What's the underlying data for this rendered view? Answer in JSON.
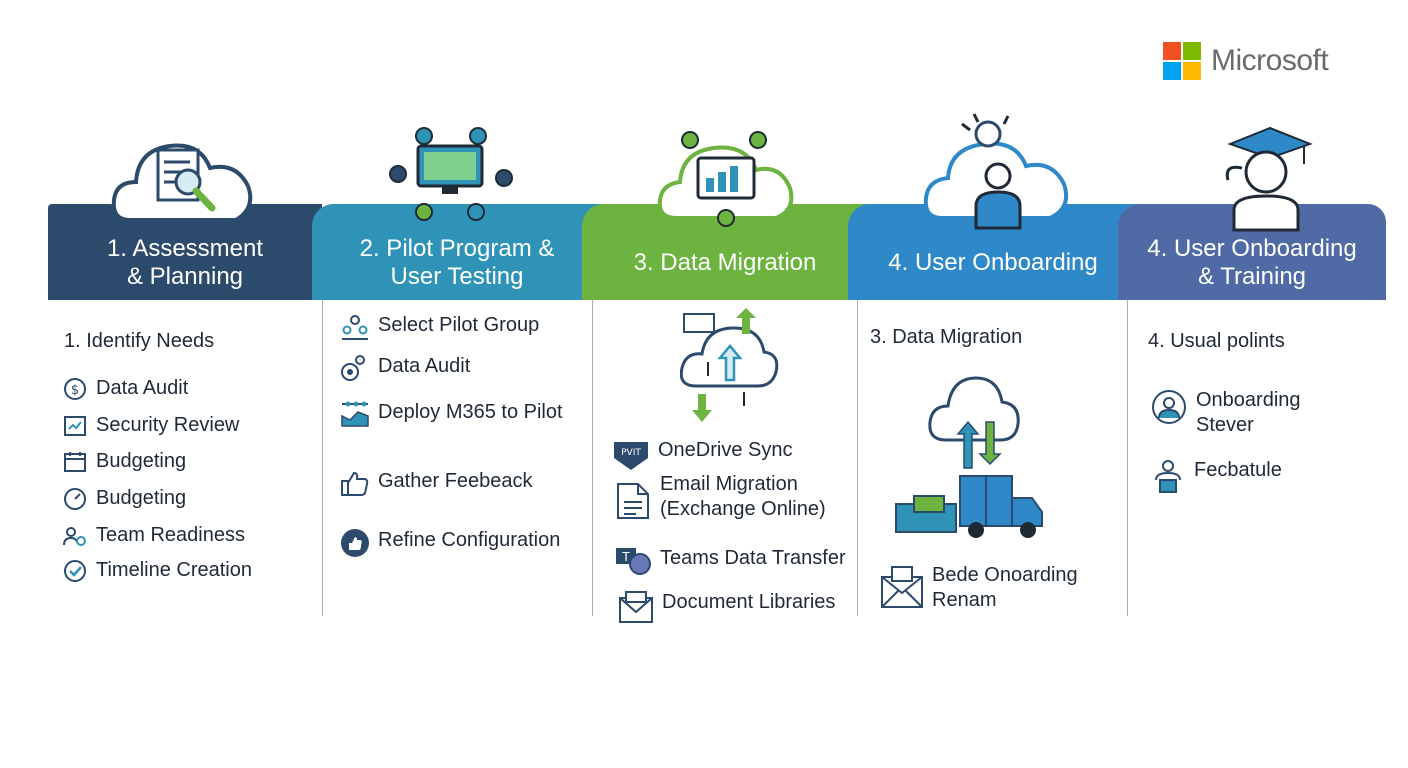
{
  "brand": {
    "name": "Microsoft",
    "colors": [
      "#f25022",
      "#7fba00",
      "#00a4ef",
      "#ffb900"
    ]
  },
  "phases": [
    {
      "title": "1. Assessment\n& Planning",
      "color": "#2c4a6b",
      "subtitle": "1. Identify Needs",
      "items": [
        {
          "label": "Data Audit",
          "icon": "dollar-circle-icon"
        },
        {
          "label": "Security Review",
          "icon": "chart-check-icon"
        },
        {
          "label": "Budgeting",
          "icon": "calendar-icon"
        },
        {
          "label": "Budgeting",
          "icon": "gauge-icon"
        },
        {
          "label": "Team Readiness",
          "icon": "team-gear-icon"
        },
        {
          "label": "Timeline Creation",
          "icon": "checkmark-circle-icon"
        }
      ]
    },
    {
      "title": "2. Pilot Program &\nUser Testing",
      "color": "#2e93b6",
      "items": [
        {
          "label": "Select Pilot Group",
          "icon": "people-group-icon"
        },
        {
          "label": "Data Audit",
          "icon": "coin-people-icon"
        },
        {
          "label": "Deploy M365 to Pilot",
          "icon": "deploy-chart-icon"
        },
        {
          "label": "Gather Feebeack",
          "icon": "thumbs-up-icon"
        },
        {
          "label": "Refine Configuration",
          "icon": "like-badge-icon"
        }
      ]
    },
    {
      "title": "3. Data Migration",
      "color": "#6db33f",
      "items": [
        {
          "label": "OneDrive Sync",
          "icon": "pvit-badge-icon",
          "badge": "PVIT"
        },
        {
          "label": "Email Migration\n(Exchange Online)",
          "icon": "document-icon"
        },
        {
          "label": "Teams Data Transfer",
          "icon": "teams-icon"
        },
        {
          "label": "Document Libraries",
          "icon": "envelope-icon"
        }
      ]
    },
    {
      "title": "4. User Onboarding",
      "color": "#2f89c9",
      "subtitle": "3. Data Migration",
      "items": [
        {
          "label": "Bede Onoarding\nRenam",
          "icon": "envelope-icon"
        }
      ]
    },
    {
      "title": "4. User Onboarding\n& Training",
      "color": "#4f6aa5",
      "subtitle": "4. Usual polints",
      "items": [
        {
          "label": "Onboarding\nStever",
          "icon": "person-badge-icon"
        },
        {
          "label": "Fecbatule",
          "icon": "person-desk-icon"
        }
      ]
    }
  ]
}
